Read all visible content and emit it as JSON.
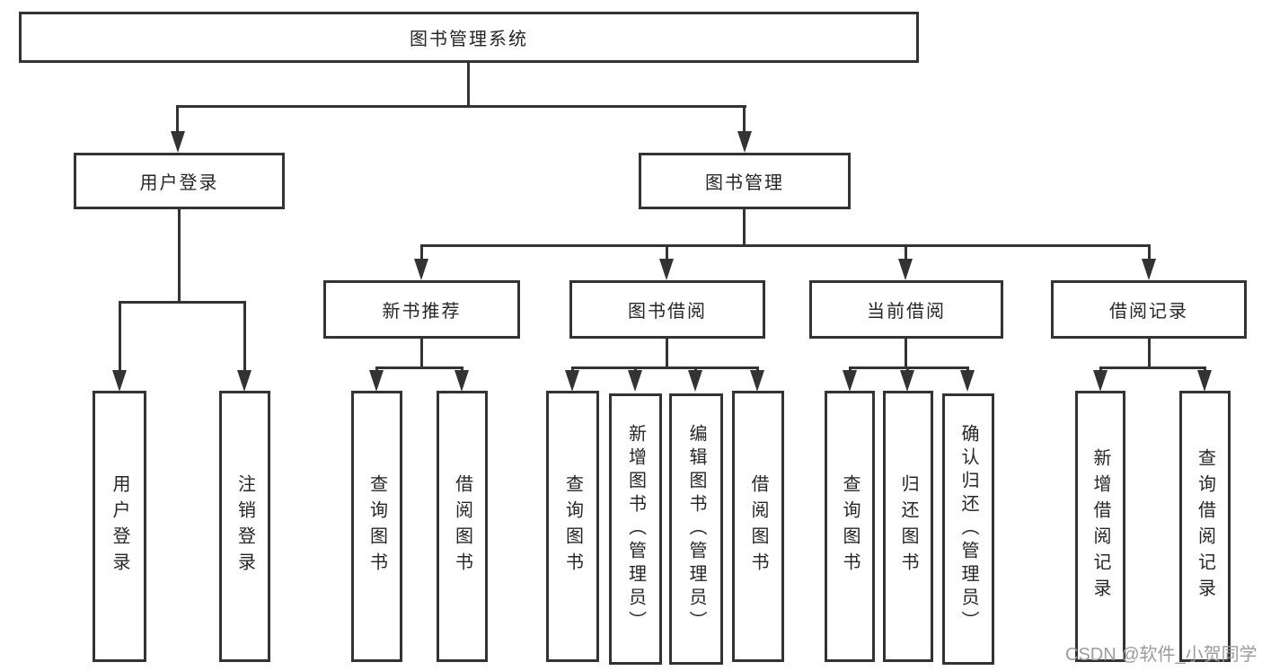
{
  "diagram": {
    "root": {
      "label": "图书管理系统"
    },
    "level2": {
      "user_login": {
        "label": "用户登录"
      },
      "book_mgmt": {
        "label": "图书管理"
      }
    },
    "level3": {
      "new_books": {
        "label": "新书推荐"
      },
      "borrowing": {
        "label": "图书借阅"
      },
      "current": {
        "label": "当前借阅"
      },
      "records": {
        "label": "借阅记录"
      }
    },
    "leaves": {
      "user_login": [
        "用户登录",
        "注销登录"
      ],
      "new_books": [
        "查询图书",
        "借阅图书"
      ],
      "borrowing": [
        "查询图书",
        "新增图书（管理员）",
        "编辑图书（管理员）",
        "借阅图书"
      ],
      "current": [
        "查询图书",
        "归还图书",
        "确认归还（管理员）"
      ],
      "records": [
        "新增借阅记录",
        "查询借阅记录"
      ]
    },
    "watermark": "CSDN @软件_小贺同学",
    "colors": {
      "line": "#333333",
      "text": "#262626",
      "watermark": "#9c9c9c",
      "background": "#ffffff"
    }
  }
}
